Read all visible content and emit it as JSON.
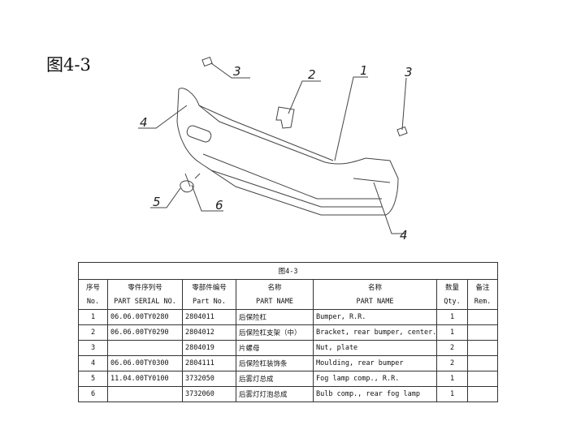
{
  "figure_label": "图4-3",
  "callouts": [
    "3",
    "2",
    "1",
    "3",
    "4",
    "5",
    "6",
    "4"
  ],
  "table": {
    "caption": "图4-3",
    "headers_cn": [
      "序号",
      "零件序列号",
      "零部件编号",
      "名称",
      "名称",
      "数量",
      "备注"
    ],
    "headers_en": [
      "No.",
      "PART SERIAL NO.",
      "Part No.",
      "PART NAME",
      "PART NAME",
      "Qty.",
      "Rem."
    ],
    "rows": [
      [
        "1",
        "06.06.00TY0280",
        "2804011",
        "后保险杠",
        "Bumper, R.R.",
        "1",
        ""
      ],
      [
        "2",
        "06.06.00TY0290",
        "2804012",
        "后保险杠支架（中）",
        "Bracket, rear bumper, center.",
        "1",
        ""
      ],
      [
        "3",
        "",
        "2804019",
        "片螺母",
        "Nut, plate",
        "2",
        ""
      ],
      [
        "4",
        "06.06.00TY0300",
        "2804111",
        "后保险杠装饰条",
        "Moulding, rear bumper",
        "2",
        ""
      ],
      [
        "5",
        "11.04.00TY0100",
        "3732050",
        "后雾灯总成",
        "Fog lamp comp., R.R.",
        "1",
        ""
      ],
      [
        "6",
        "",
        "3732060",
        "后雾灯灯泡总成",
        "Bulb comp., rear fog lamp",
        "1",
        ""
      ]
    ]
  }
}
